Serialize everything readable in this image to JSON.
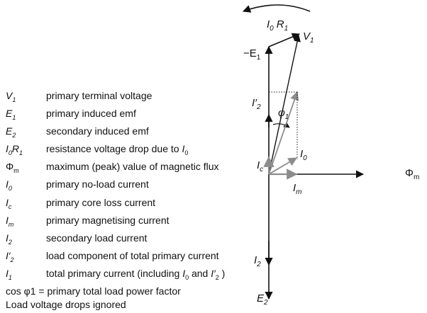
{
  "diagram": {
    "rotation_arrow": "counter-clockwise rotation",
    "labels": {
      "I0R1": "I0 R1",
      "V1": "V1",
      "minus_E1": "−E1",
      "I2_prime": "I′2",
      "phi1": "φ1",
      "Ic": "Ic",
      "I0": "I0",
      "Im": "Im",
      "flux": "Φm",
      "I2": "I2",
      "E2": "E2"
    },
    "colors": {
      "black_vectors": "#111111",
      "grey_vectors": "#8c8c8c"
    }
  },
  "legend": {
    "items": [
      {
        "symbol": "V1",
        "description": "primary terminal voltage"
      },
      {
        "symbol": "E1",
        "description": "primary induced emf"
      },
      {
        "symbol": "E2",
        "description": "secondary induced emf"
      },
      {
        "symbol": "I0R1",
        "description": "resistance voltage drop due to I0"
      },
      {
        "symbol": "Φm",
        "description": "maximum (peak) value of magnetic flux"
      },
      {
        "symbol": "I0",
        "description": "primary no-load current"
      },
      {
        "symbol": "Ic",
        "description": "primary core loss current"
      },
      {
        "symbol": "Im",
        "description": "primary magnetising current"
      },
      {
        "symbol": "I2",
        "description": "secondary load current"
      },
      {
        "symbol": "I′2",
        "description": "load component of total primary current"
      },
      {
        "symbol": "I1",
        "description": "total primary current (including I0 and I′2 )"
      }
    ],
    "power_factor_note": "cos φ1 = primary total load power factor",
    "footnote": "Load voltage drops ignored"
  }
}
